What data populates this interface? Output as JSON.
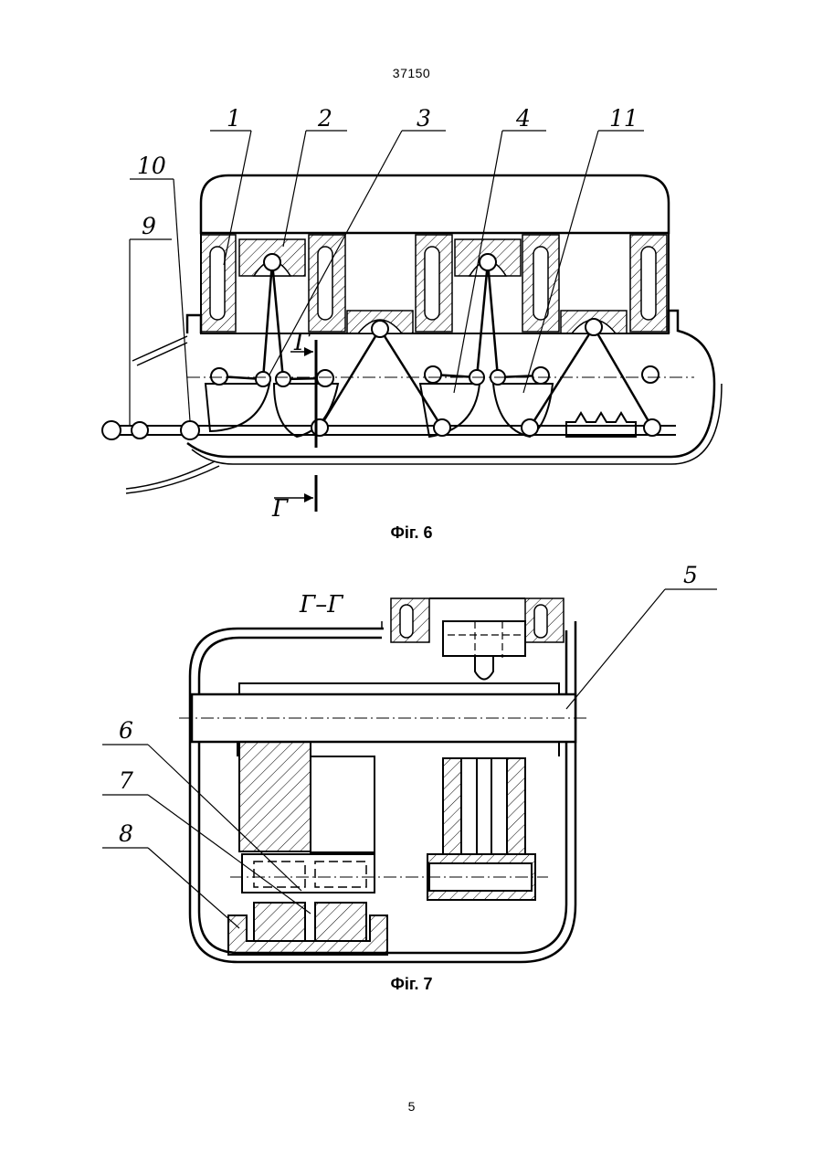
{
  "header": {
    "document_number": "37150"
  },
  "figure6": {
    "caption": "Фіг. 6",
    "callouts": [
      {
        "id": "c1",
        "label": "1"
      },
      {
        "id": "c2",
        "label": "2"
      },
      {
        "id": "c3",
        "label": "3"
      },
      {
        "id": "c4",
        "label": "4"
      },
      {
        "id": "c11",
        "label": "11"
      },
      {
        "id": "c10",
        "label": "10"
      },
      {
        "id": "c9",
        "label": "9"
      }
    ],
    "section_mark": "Г"
  },
  "figure7": {
    "caption": "Фіг. 7",
    "section_title": "Г–Г",
    "callouts": [
      {
        "id": "c5",
        "label": "5"
      },
      {
        "id": "c6",
        "label": "6"
      },
      {
        "id": "c7",
        "label": "7"
      },
      {
        "id": "c8",
        "label": "8"
      }
    ]
  },
  "footer": {
    "page_number": "5"
  }
}
